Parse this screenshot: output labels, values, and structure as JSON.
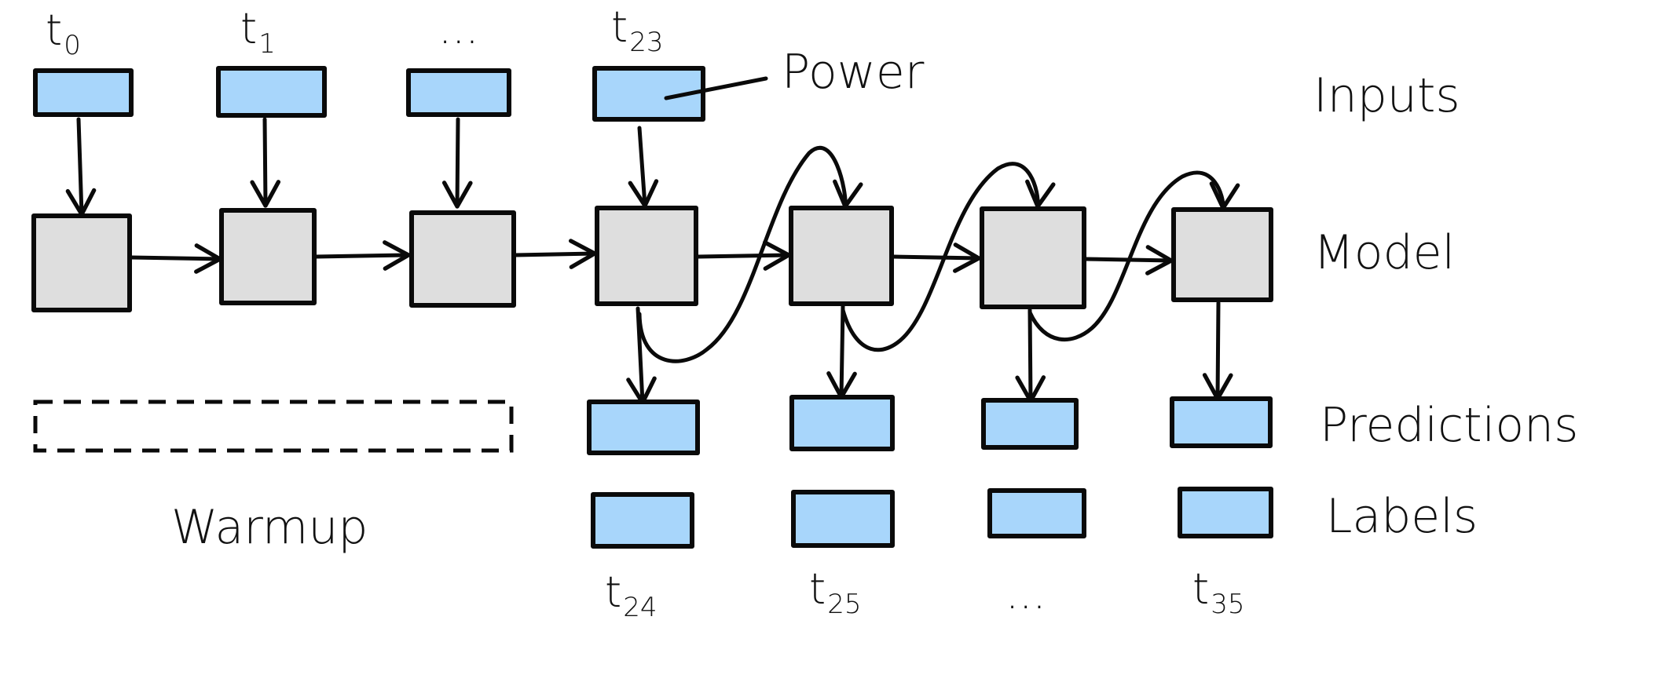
{
  "time_labels": {
    "t0": {
      "base": "t",
      "sub": "0"
    },
    "t1": {
      "base": "t",
      "sub": "1"
    },
    "input_ellipsis": "...",
    "t23": {
      "base": "t",
      "sub": "23"
    },
    "t24": {
      "base": "t",
      "sub": "24"
    },
    "t25": {
      "base": "t",
      "sub": "25"
    },
    "output_ellipsis": "...",
    "t35": {
      "base": "t",
      "sub": "35"
    }
  },
  "annotations": {
    "power": "Power",
    "warmup": "Warmup"
  },
  "row_labels": {
    "inputs": "Inputs",
    "model": "Model",
    "predictions": "Predictions",
    "labels": "Labels"
  },
  "colors": {
    "input_fill": "#a8d6fb",
    "model_fill": "#dedede",
    "stroke": "#0a0a0a"
  }
}
